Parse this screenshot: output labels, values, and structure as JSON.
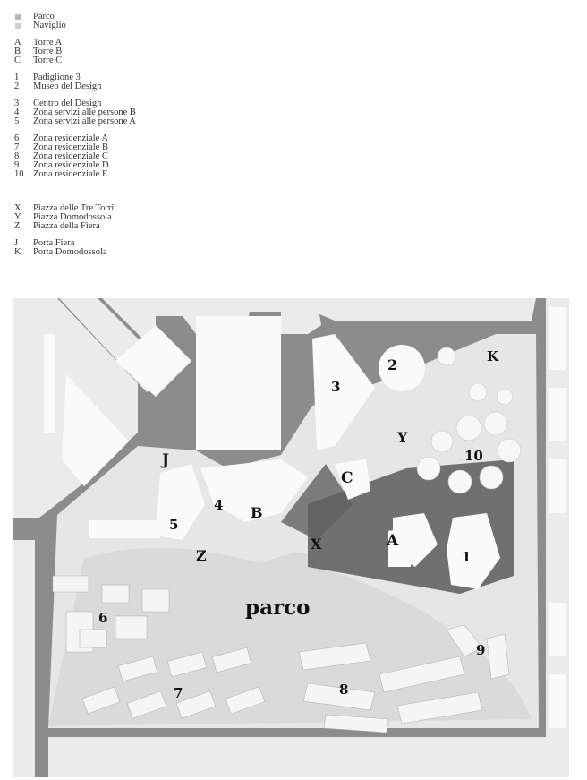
{
  "legend": {
    "swatches": [
      {
        "label": "Parco",
        "color": "#b8b8b8"
      },
      {
        "label": "Naviglio",
        "color": "#cfcfcf"
      }
    ],
    "towers": [
      {
        "key": "A",
        "label": "Torre A"
      },
      {
        "key": "B",
        "label": "Torre B"
      },
      {
        "key": "C",
        "label": "Torre C"
      }
    ],
    "pavilions": [
      {
        "key": "1",
        "label": "Padiglione 3"
      },
      {
        "key": "2",
        "label": "Museo del Design"
      }
    ],
    "services": [
      {
        "key": "3",
        "label": "Centro del Design"
      },
      {
        "key": "4",
        "label": "Zona servizi alle persone B"
      },
      {
        "key": "5",
        "label": "Zona servizi alle persone A"
      }
    ],
    "residential": [
      {
        "key": "6",
        "label": "Zona residenziale A"
      },
      {
        "key": "7",
        "label": "Zona residenziale B"
      },
      {
        "key": "8",
        "label": "Zona residenziale C"
      },
      {
        "key": "9",
        "label": "Zona residenziale D"
      },
      {
        "key": "10",
        "label": "Zona residenziale E"
      }
    ],
    "piazzas": [
      {
        "key": "X",
        "label": "Piazza delle Tre Torri"
      },
      {
        "key": "Y",
        "label": "Piazza Domodossola"
      },
      {
        "key": "Z",
        "label": "Piazza della Fiera"
      }
    ],
    "gates": [
      {
        "key": "J",
        "label": "Porta Fiera"
      },
      {
        "key": "K",
        "label": "Porta Domodossola"
      }
    ]
  },
  "map": {
    "park_label": "parco",
    "labels": {
      "A": "A",
      "B": "B",
      "C": "C",
      "n1": "1",
      "n2": "2",
      "n3": "3",
      "n4": "4",
      "n5": "5",
      "n6": "6",
      "n7": "7",
      "n8": "8",
      "n9": "9",
      "n10": "10",
      "X": "X",
      "Y": "Y",
      "Z": "Z",
      "J": "J",
      "K": "K"
    },
    "colors": {
      "street": "#8c8c8c",
      "block": "#ebebeb",
      "park": "#dcdcdc",
      "shadow": "#5a5a5a",
      "building": "#fafafa"
    }
  }
}
